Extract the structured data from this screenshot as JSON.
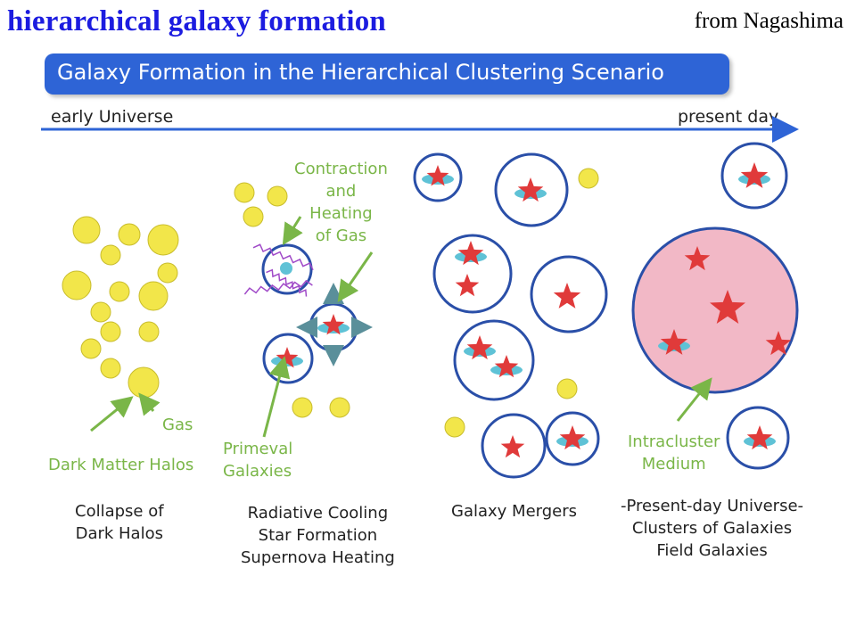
{
  "slide": {
    "title": "hierarchical galaxy formation",
    "credit": "from Nagashima"
  },
  "banner": {
    "text": "Galaxy Formation in the Hierarchical Clustering Scenario"
  },
  "timeline": {
    "start_label": "early Universe",
    "end_label": "present day"
  },
  "annotations": {
    "gas": "Gas",
    "dark_matter_halos": "Dark Matter Halos",
    "contraction": [
      "Contraction",
      "and",
      "Heating",
      "of Gas"
    ],
    "primeval": [
      "Primeval",
      "Galaxies"
    ],
    "intracluster": [
      "Intracluster",
      "Medium"
    ]
  },
  "stages": [
    {
      "lines": [
        "Collapse of",
        "Dark Halos"
      ]
    },
    {
      "lines": [
        "Radiative Cooling",
        "Star Formation",
        "Supernova Heating"
      ]
    },
    {
      "lines": [
        "Galaxy Mergers"
      ]
    },
    {
      "lines": [
        "-Present-day Universe-",
        "Clusters of Galaxies",
        "Field Galaxies"
      ]
    }
  ],
  "colors": {
    "title": "#1c1ce0",
    "banner": "#2e64d6",
    "gas_clump": "#f2e64a",
    "halo_ring": "#2a4fa8",
    "star": "#e03a3a",
    "disk": "#5fc2d6",
    "cluster_medium": "#f2b8c6",
    "annotation": "#7ab648",
    "wave": "#a04ac8"
  }
}
